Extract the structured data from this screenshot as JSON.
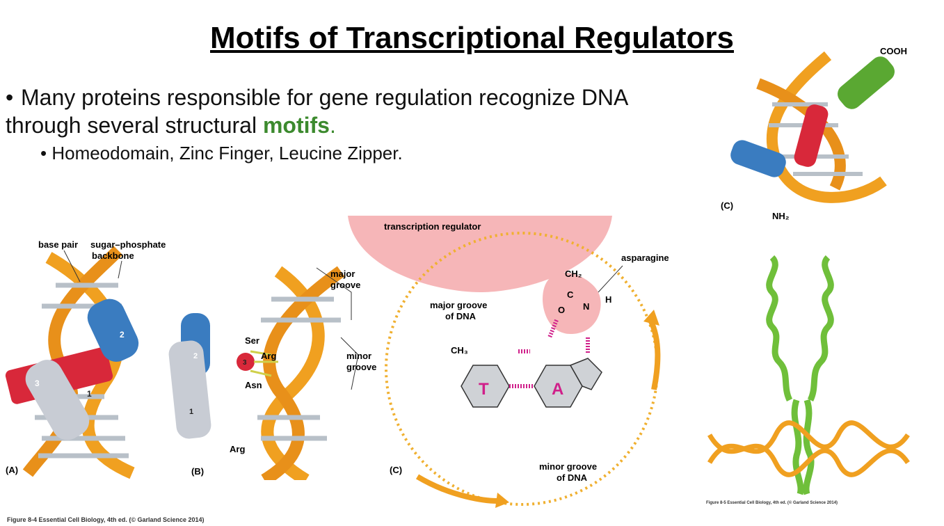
{
  "title": "Motifs of Transcriptional Regulators",
  "bullets": {
    "main_text": "Many proteins responsible for gene regulation recognize DNA through several structural ",
    "main_highlight": "motifs",
    "main_end": ".",
    "sub": "Homeodomain, Zinc Finger, Leucine Zipper."
  },
  "figA": {
    "panel": "(A)",
    "base_pair": "base pair",
    "backbone_1": "sugar–phosphate",
    "backbone_2": "backbone",
    "helix1": "1",
    "helix2": "2",
    "helix3": "3"
  },
  "figB": {
    "panel": "(B)",
    "major_1": "major",
    "major_2": "groove",
    "minor_1": "minor",
    "minor_2": "groove",
    "ser": "Ser",
    "arg1": "Arg",
    "asn": "Asn",
    "arg2": "Arg",
    "helix1": "1",
    "helix2": "2",
    "helix3": "3"
  },
  "figC": {
    "panel": "(C)",
    "regulator": "transcription regulator",
    "asparagine": "asparagine",
    "major_1": "major groove",
    "major_2": "of DNA",
    "minor_1": "minor groove",
    "minor_2": "of DNA",
    "base_T": "T",
    "base_A": "A",
    "ch3": "CH₃",
    "ch2": "CH₂",
    "c": "C",
    "o": "O",
    "n": "N",
    "h": "H"
  },
  "figTop": {
    "panel": "(C)",
    "cooh": "COOH",
    "nh2": "NH₂"
  },
  "captions": {
    "left": "Figure 8-4  Essential Cell Biology, 4th ed. (© Garland Science 2014)",
    "right": "Figure 8-5  Essential Cell Biology, 4th ed. (© Garland Science 2014)"
  },
  "colors": {
    "highlight": "#3c8a2e",
    "helix_orange": "#f0a020",
    "protein_pink": "#f6b6b8",
    "base_magenta": "#d0208a"
  }
}
